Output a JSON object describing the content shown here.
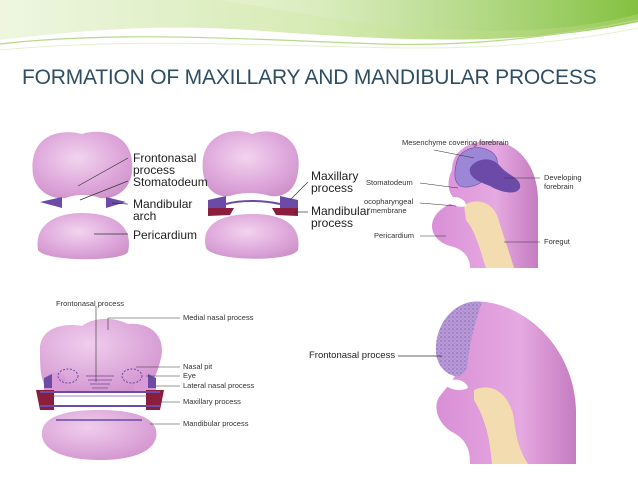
{
  "slide": {
    "title": "FORMATION OF MAXILLARY AND MANDIBULAR PROCESS"
  },
  "figure1": {
    "frontonasal_1": "Frontonasal",
    "frontonasal_2": "process",
    "stomatodeum": "Stomatodeum",
    "mandibular_1": "Mandibular",
    "mandibular_2": "arch",
    "pericardium": "Pericardium"
  },
  "figure2": {
    "maxillary_1": "Maxillary",
    "maxillary_2": "process",
    "mandibular_1": "Mandibular",
    "mandibular_2": "process"
  },
  "figure3": {
    "mesenchyme": "Mesenchyme covering forebrain",
    "stomatodeum": "Stomatodeum",
    "developing_1": "Developing",
    "developing_2": "forebrain",
    "oropharyngeal_1": "ocopharyngeal",
    "oropharyngeal_2": "membrane",
    "pericardium": "Pericardium",
    "foregut": "Foregut"
  },
  "figure4": {
    "frontonasal": "Frontonasal process",
    "medial_nasal": "Medial nasal process",
    "nasal_pit": "Nasal pit",
    "eye": "Eye",
    "lateral_nasal": "Lateral nasal process",
    "maxillary": "Maxillary process",
    "mandibular": "Mandibular process"
  },
  "figure5": {
    "frontonasal": "Frontonasal process"
  },
  "colors": {
    "tissue": "#d9a4d4",
    "tissue_dark": "#c07fba",
    "purple": "#6b4aa8",
    "maroon": "#8a1e3c",
    "foregut": "#f3dcb0",
    "banner_green": "#8fc34a",
    "title": "#2f4e63"
  }
}
